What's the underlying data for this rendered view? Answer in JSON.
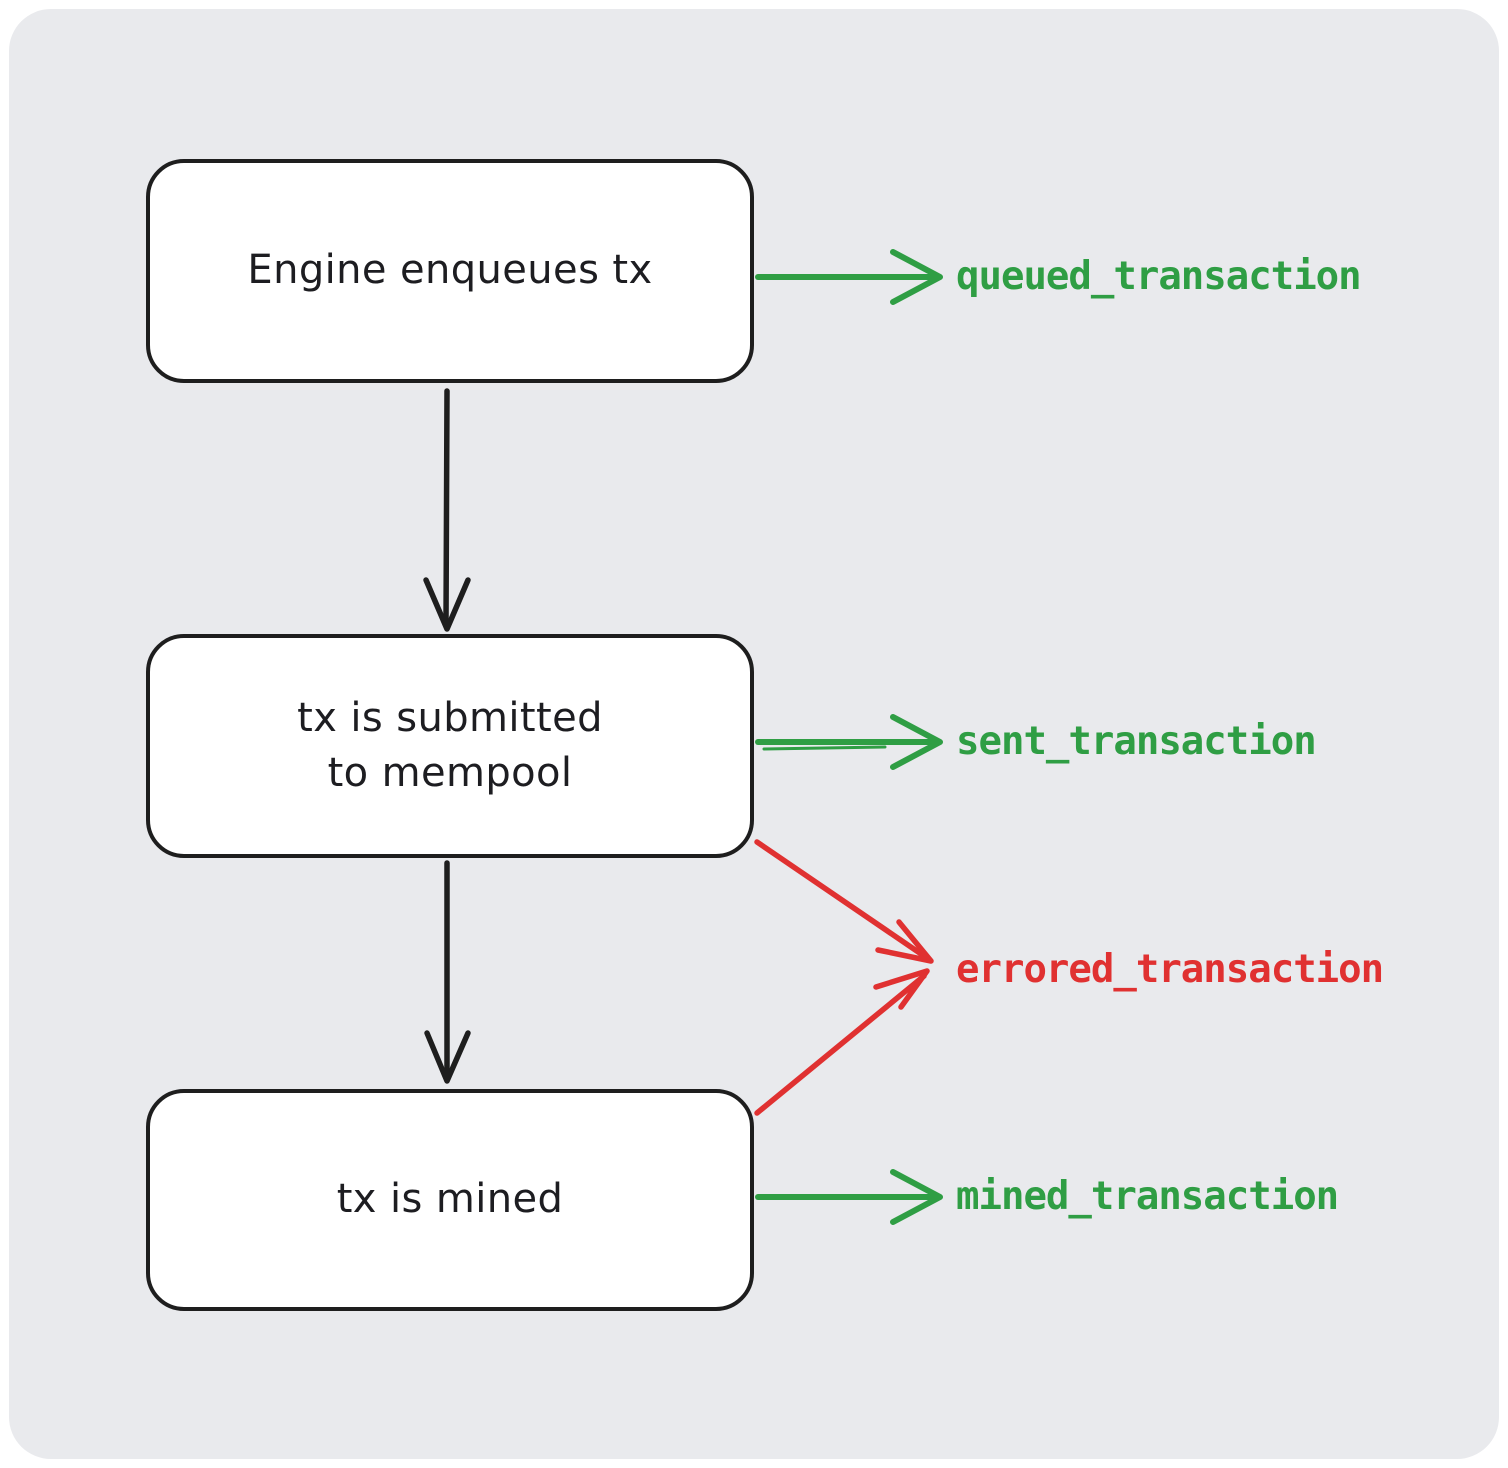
{
  "diagram": {
    "colors": {
      "canvas_background": "#e9eaed",
      "node_fill": "#ffffff",
      "stroke_black": "#1e1e1e",
      "success_green": "#2f9e44",
      "error_red": "#e03131"
    },
    "nodes": [
      {
        "id": "engine-enqueues-tx",
        "lines": [
          "Engine enqueues tx"
        ]
      },
      {
        "id": "tx-submitted-to-mempool",
        "lines": [
          "tx is submitted",
          "to mempool"
        ]
      },
      {
        "id": "tx-is-mined",
        "lines": [
          "tx is mined"
        ]
      }
    ],
    "events": [
      {
        "id": "queued",
        "label": "queued_transaction",
        "status": "success"
      },
      {
        "id": "sent",
        "label": "sent_transaction",
        "status": "success"
      },
      {
        "id": "errored",
        "label": "errored_transaction",
        "status": "error"
      },
      {
        "id": "mined",
        "label": "mined_transaction",
        "status": "success"
      }
    ],
    "edges": [
      {
        "from": "engine-enqueues-tx",
        "to": "tx-submitted-to-mempool",
        "type": "flow"
      },
      {
        "from": "tx-submitted-to-mempool",
        "to": "tx-is-mined",
        "type": "flow"
      },
      {
        "from": "engine-enqueues-tx",
        "to": "queued_transaction",
        "type": "event-success"
      },
      {
        "from": "tx-submitted-to-mempool",
        "to": "sent_transaction",
        "type": "event-success"
      },
      {
        "from": "tx-submitted-to-mempool",
        "to": "errored_transaction",
        "type": "event-error"
      },
      {
        "from": "tx-is-mined",
        "to": "errored_transaction",
        "type": "event-error"
      },
      {
        "from": "tx-is-mined",
        "to": "mined_transaction",
        "type": "event-success"
      }
    ]
  }
}
